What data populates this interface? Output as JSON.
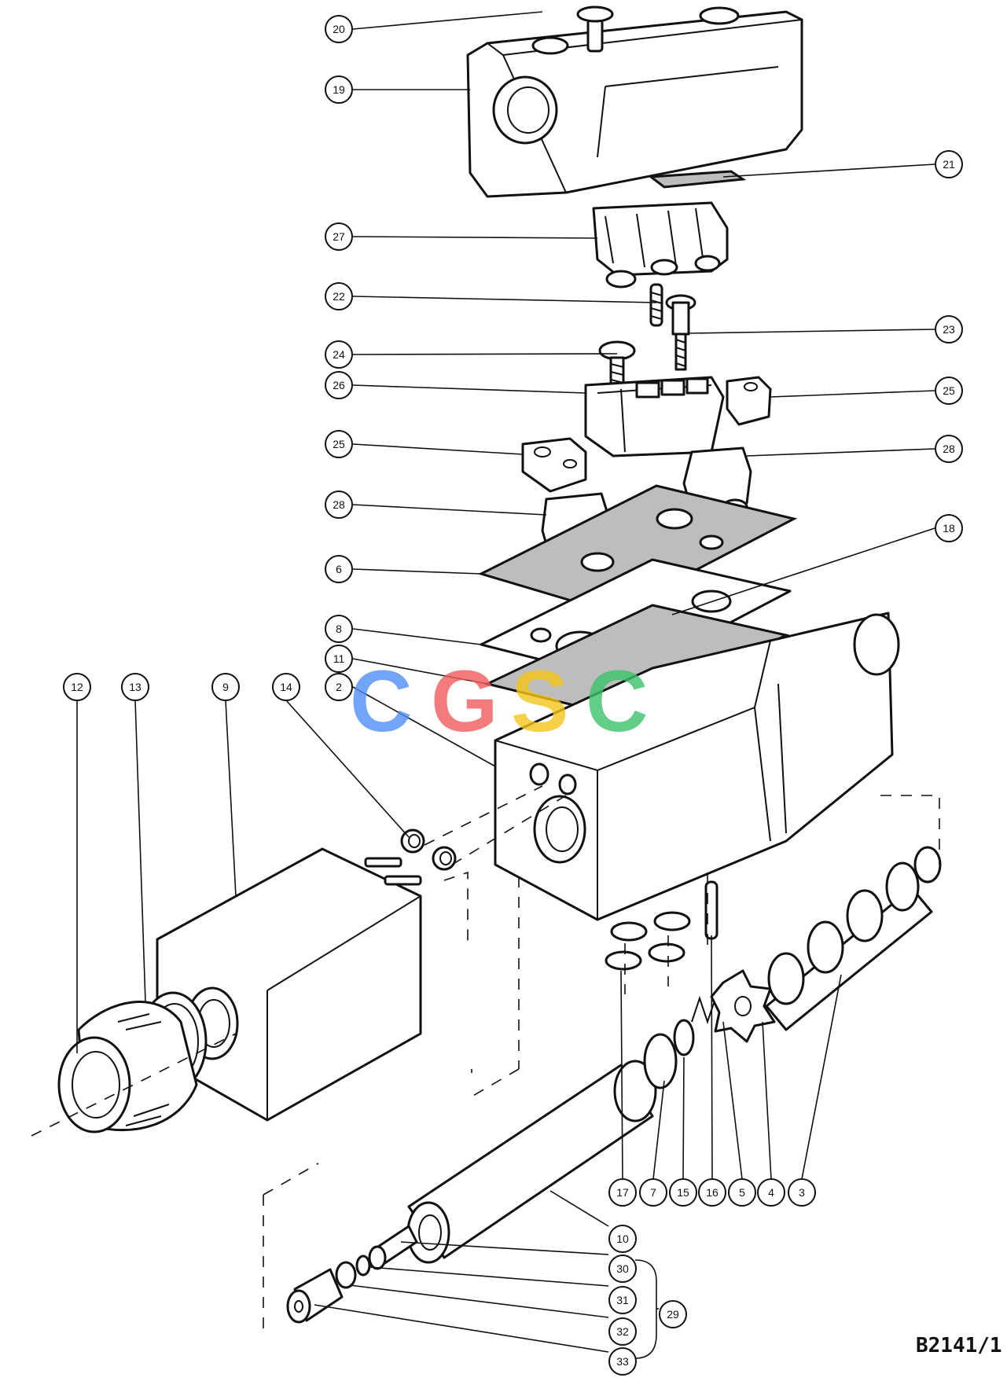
{
  "drawing_number": "B2141/1",
  "watermark": {
    "letters": [
      "C",
      "G",
      "S",
      "C"
    ],
    "colors": [
      "#4f8ef7",
      "#f25b5b",
      "#f5c518",
      "#3cc36a"
    ]
  },
  "callouts": [
    {
      "id": "callout-20",
      "label": "20"
    },
    {
      "id": "callout-19",
      "label": "19"
    },
    {
      "id": "callout-21",
      "label": "21"
    },
    {
      "id": "callout-27",
      "label": "27"
    },
    {
      "id": "callout-22",
      "label": "22"
    },
    {
      "id": "callout-23",
      "label": "23"
    },
    {
      "id": "callout-24",
      "label": "24"
    },
    {
      "id": "callout-26",
      "label": "26"
    },
    {
      "id": "callout-25a",
      "label": "25"
    },
    {
      "id": "callout-25b",
      "label": "25"
    },
    {
      "id": "callout-28a",
      "label": "28"
    },
    {
      "id": "callout-28b",
      "label": "28"
    },
    {
      "id": "callout-18",
      "label": "18"
    },
    {
      "id": "callout-6",
      "label": "6"
    },
    {
      "id": "callout-8",
      "label": "8"
    },
    {
      "id": "callout-11",
      "label": "11"
    },
    {
      "id": "callout-2",
      "label": "2"
    },
    {
      "id": "callout-12",
      "label": "12"
    },
    {
      "id": "callout-13",
      "label": "13"
    },
    {
      "id": "callout-9",
      "label": "9"
    },
    {
      "id": "callout-14",
      "label": "14"
    },
    {
      "id": "callout-17",
      "label": "17"
    },
    {
      "id": "callout-7",
      "label": "7"
    },
    {
      "id": "callout-15",
      "label": "15"
    },
    {
      "id": "callout-16",
      "label": "16"
    },
    {
      "id": "callout-5",
      "label": "5"
    },
    {
      "id": "callout-4",
      "label": "4"
    },
    {
      "id": "callout-3",
      "label": "3"
    },
    {
      "id": "callout-10",
      "label": "10"
    },
    {
      "id": "callout-30",
      "label": "30"
    },
    {
      "id": "callout-31",
      "label": "31"
    },
    {
      "id": "callout-32",
      "label": "32"
    },
    {
      "id": "callout-33",
      "label": "33"
    },
    {
      "id": "callout-29",
      "label": "29"
    }
  ]
}
